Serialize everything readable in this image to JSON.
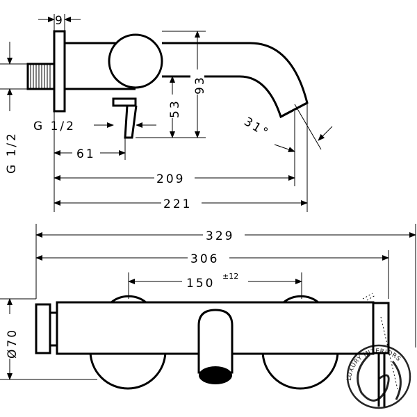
{
  "dimensions": {
    "d9": "9",
    "g12_horizontal": "G 1/2",
    "g12_vertical": "G 1/2",
    "d61": "61",
    "d209": "209",
    "d221": "221",
    "d53": "53",
    "d93": "93",
    "angle31": "31°",
    "d329": "329",
    "d306": "306",
    "d150": "150",
    "tolerance150": "±12",
    "diam70": "Ø70"
  },
  "watermark": {
    "text": "LUXURY INTERIORS"
  },
  "colors": {
    "line": "#000000",
    "background": "#ffffff"
  }
}
